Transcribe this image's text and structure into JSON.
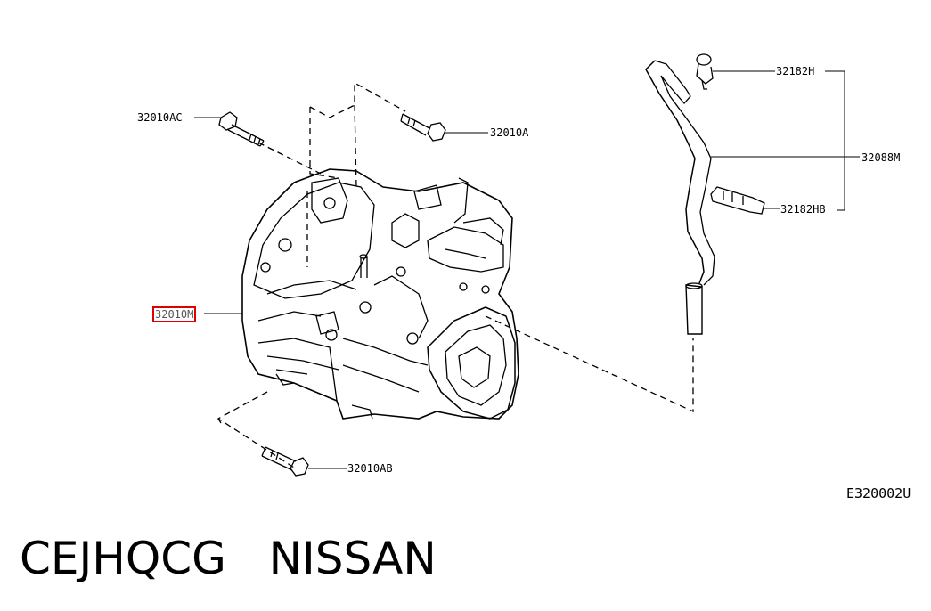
{
  "diagram": {
    "code": "E320002U",
    "labels": {
      "bolt_upper_left": "32010AC",
      "bolt_upper_right": "32010A",
      "bolt_lower": "32010AB",
      "transmission_assembly": "32010M",
      "clip_top": "32182H",
      "breather_hose": "32088M",
      "clip_bottom": "32182HB"
    },
    "highlight_color": "#e00000"
  },
  "footer": {
    "part_code": "CEJHQCG",
    "brand": "NISSAN"
  }
}
